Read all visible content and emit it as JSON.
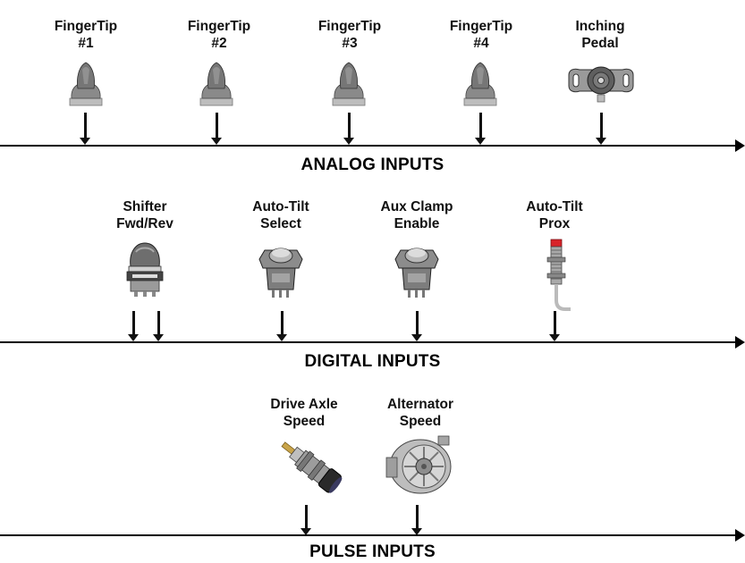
{
  "analog": {
    "title": "ANALOG INPUTS",
    "devices": [
      {
        "label": "FingerTip\n#1",
        "icon": "fingertip-joystick-icon"
      },
      {
        "label": "FingerTip\n#2",
        "icon": "fingertip-joystick-icon"
      },
      {
        "label": "FingerTip\n#3",
        "icon": "fingertip-joystick-icon"
      },
      {
        "label": "FingerTip\n#4",
        "icon": "fingertip-joystick-icon"
      },
      {
        "label": "Inching\nPedal",
        "icon": "inching-pedal-sensor-icon"
      }
    ]
  },
  "digital": {
    "title": "DIGITAL INPUTS",
    "devices": [
      {
        "label": "Shifter\nFwd/Rev",
        "icon": "shifter-switch-icon"
      },
      {
        "label": "Auto-Tilt\nSelect",
        "icon": "pushbutton-switch-icon"
      },
      {
        "label": "Aux Clamp\nEnable",
        "icon": "pushbutton-switch-icon"
      },
      {
        "label": "Auto-Tilt\nProx",
        "icon": "proximity-sensor-icon"
      }
    ]
  },
  "pulse": {
    "title": "PULSE INPUTS",
    "devices": [
      {
        "label": "Drive Axle\nSpeed",
        "icon": "speed-sensor-icon"
      },
      {
        "label": "Alternator\nSpeed",
        "icon": "alternator-icon"
      }
    ]
  },
  "colors": {
    "line": "#000000",
    "device_body": "#6b6b6b",
    "accent_red": "#d8232a",
    "sensor_brass": "#c9a449"
  }
}
